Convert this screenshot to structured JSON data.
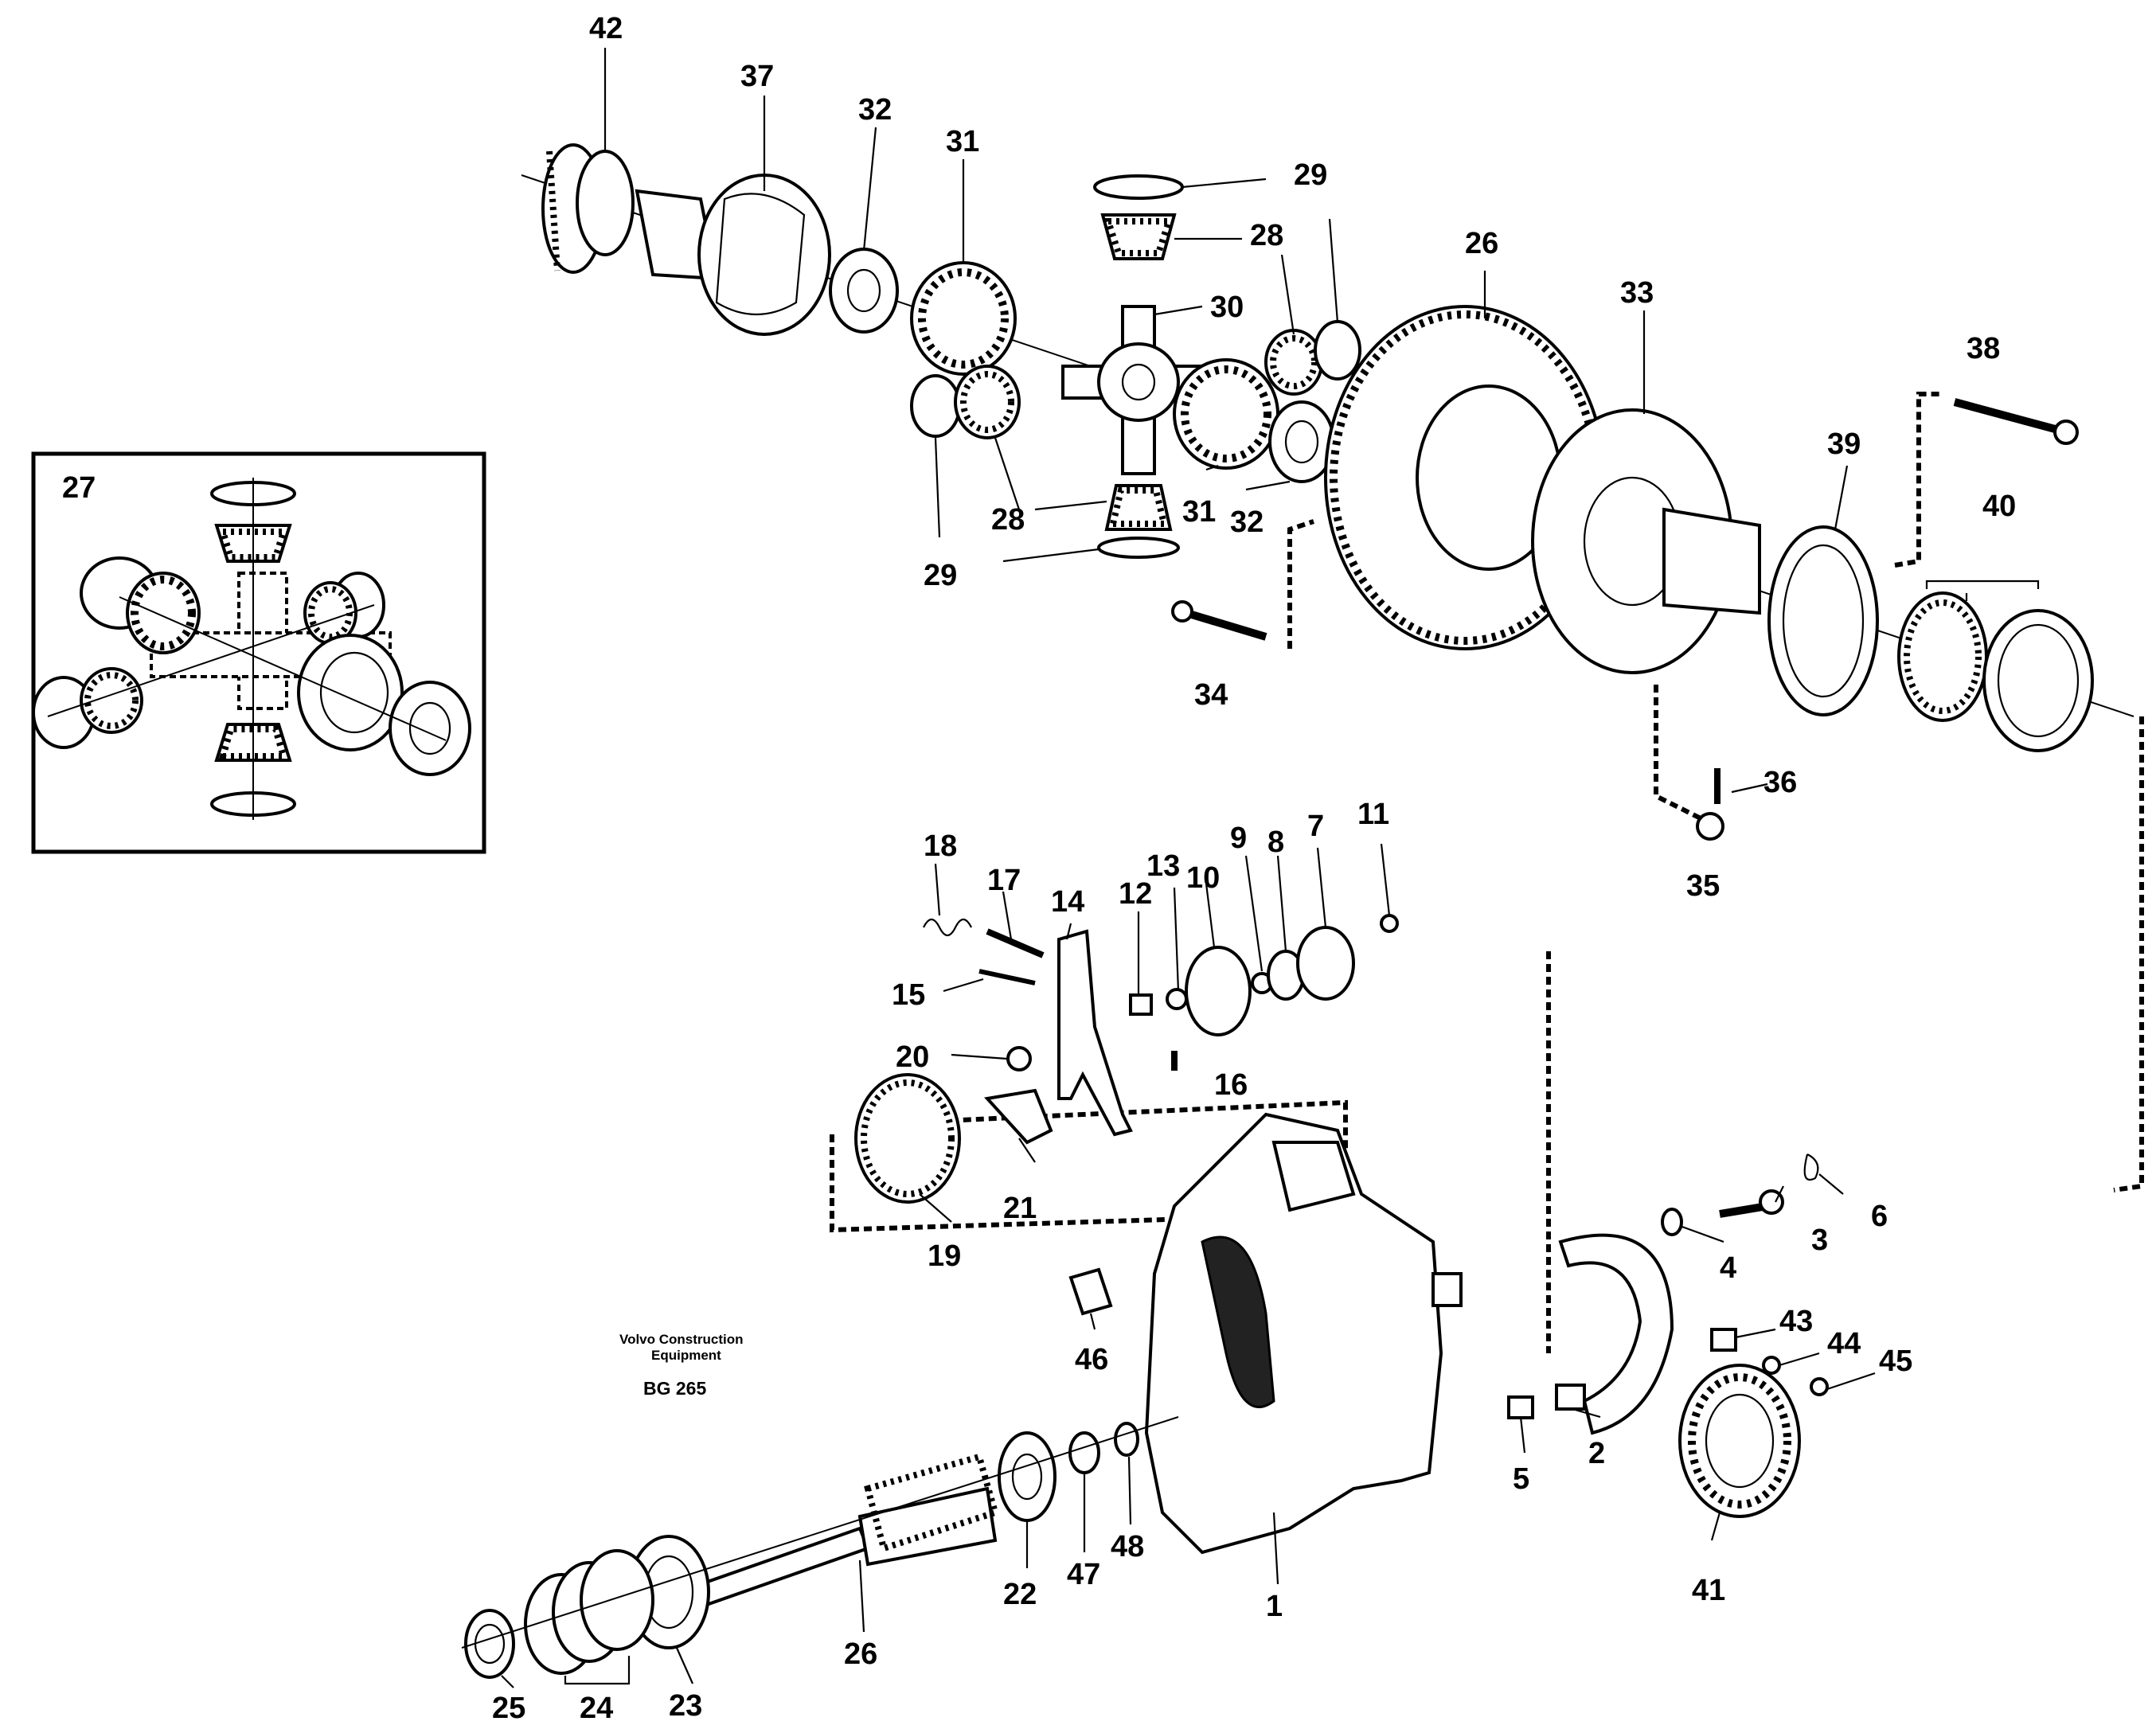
{
  "diagram": {
    "labels": {
      "p1": "1",
      "p2": "2",
      "p3": "3",
      "p4": "4",
      "p5": "5",
      "p6": "6",
      "p7": "7",
      "p8": "8",
      "p9": "9",
      "p10": "10",
      "p11": "11",
      "p12": "12",
      "p13": "13",
      "p14": "14",
      "p15": "15",
      "p16": "16",
      "p17": "17",
      "p18": "18",
      "p19": "19",
      "p20": "20",
      "p21": "21",
      "p22": "22",
      "p23": "23",
      "p24": "24",
      "p25": "25",
      "p26a": "26",
      "p26b": "26",
      "p27": "27",
      "p28a": "28",
      "p28b": "28",
      "p29a": "29",
      "p29b": "29",
      "p30": "30",
      "p31a": "31",
      "p31b": "31",
      "p32a": "32",
      "p32b": "32",
      "p33": "33",
      "p34": "34",
      "p35": "35",
      "p36": "36",
      "p37": "37",
      "p38": "38",
      "p39": "39",
      "p40": "40",
      "p41": "41",
      "p42": "42",
      "p43": "43",
      "p44": "44",
      "p45": "45",
      "p46": "46",
      "p47": "47",
      "p48": "48"
    },
    "publisher": {
      "line1": "Volvo Construction",
      "line2": "Equipment",
      "code": "BG 265"
    }
  }
}
